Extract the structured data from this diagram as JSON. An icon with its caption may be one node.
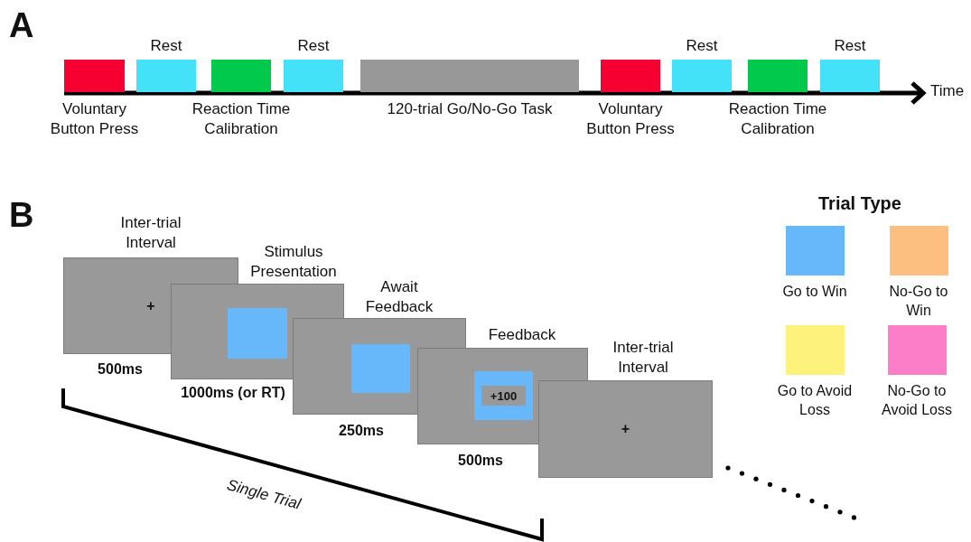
{
  "diagram": {
    "nodes": [
      {
        "text": [
          "Voluntary Button Press"
        ]
      },
      {
        "text": [
          "Rest"
        ]
      },
      {
        "text": [
          "Reaction Time Calibration"
        ]
      },
      {
        "text": [
          "Rest"
        ]
      },
      {
        "text": [
          "120-trial Go/No-Go Task"
        ]
      },
      {
        "text": [
          "Voluntary Button Press"
        ]
      },
      {
        "text": [
          "Rest"
        ]
      },
      {
        "text": [
          "Reaction Time Calibration"
        ]
      },
      {
        "text": [
          "Rest"
        ]
      },
      {
        "text": [
          "Inter-trial Interval",
          "+"
        ],
        "beside": [
          "500ms"
        ]
      },
      {
        "text": [
          "Stimulus Presentation"
        ],
        "beside": [
          "1000ms (or RT)"
        ]
      },
      {
        "text": [
          "Await Feedback"
        ],
        "beside": [
          "250ms"
        ]
      },
      {
        "text": [
          "Feedback"
        ],
        "beside": [
          "500ms"
        ]
      },
      {
        "text": [
          "+100"
        ],
        "in": 12
      },
      {
        "text": [
          "Inter-trial Interval",
          "+"
        ]
      }
    ],
    "labels": [
      "A",
      "Time",
      "B",
      "Trial Type",
      "Single Trial"
    ],
    "legend": [
      {
        "text": "Go to Win",
        "color": "#66b8fb"
      },
      {
        "text": "No-Go to Win",
        "color": "#fdbf80"
      },
      {
        "text": "Go to Avoid Loss",
        "color": "#fdf27c"
      },
      {
        "text": "No-Go to Avoid Loss",
        "color": "#fd7ec8"
      }
    ]
  }
}
